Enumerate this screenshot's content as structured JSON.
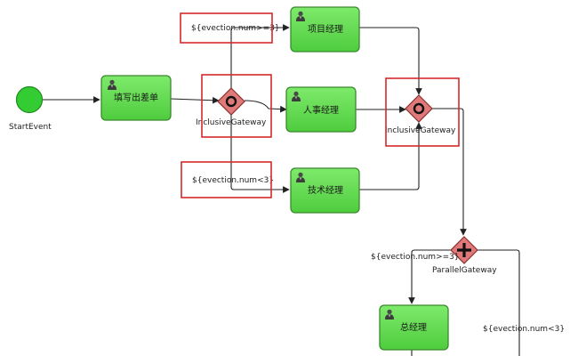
{
  "start_event": {
    "label": "StartEvent"
  },
  "tasks": {
    "fill_form": {
      "label": "填写出差单"
    },
    "project_manager": {
      "label": "项目经理"
    },
    "hr_manager": {
      "label": "人事经理"
    },
    "tech_manager": {
      "label": "技术经理"
    },
    "general_manager": {
      "label": "总经理"
    }
  },
  "gateways": {
    "inclusive_split": {
      "label": "InclusiveGateway"
    },
    "inclusive_join": {
      "label": "InclusiveGateway"
    },
    "parallel": {
      "label": "ParallelGateway"
    }
  },
  "conditions": {
    "num_ge_3_top": "${evection.num>=3}",
    "num_lt_3_mid": "${evection.num<3}",
    "num_ge_3_parallel": "${evection.num>=3}",
    "num_lt_3_parallel": "${evection.num<3}"
  },
  "colors": {
    "task_fill": "#66dd55",
    "task_border": "#3a8a2e",
    "start_fill": "#33cc33",
    "gateway_fill": "#e07a7a",
    "gateway_border": "#8b2f2f",
    "highlight_box": "#d42a2a",
    "flow_line": "#222222"
  },
  "icons": {
    "task_user": "user-icon",
    "inclusive_marker": "circle-icon",
    "parallel_marker": "plus-icon"
  }
}
